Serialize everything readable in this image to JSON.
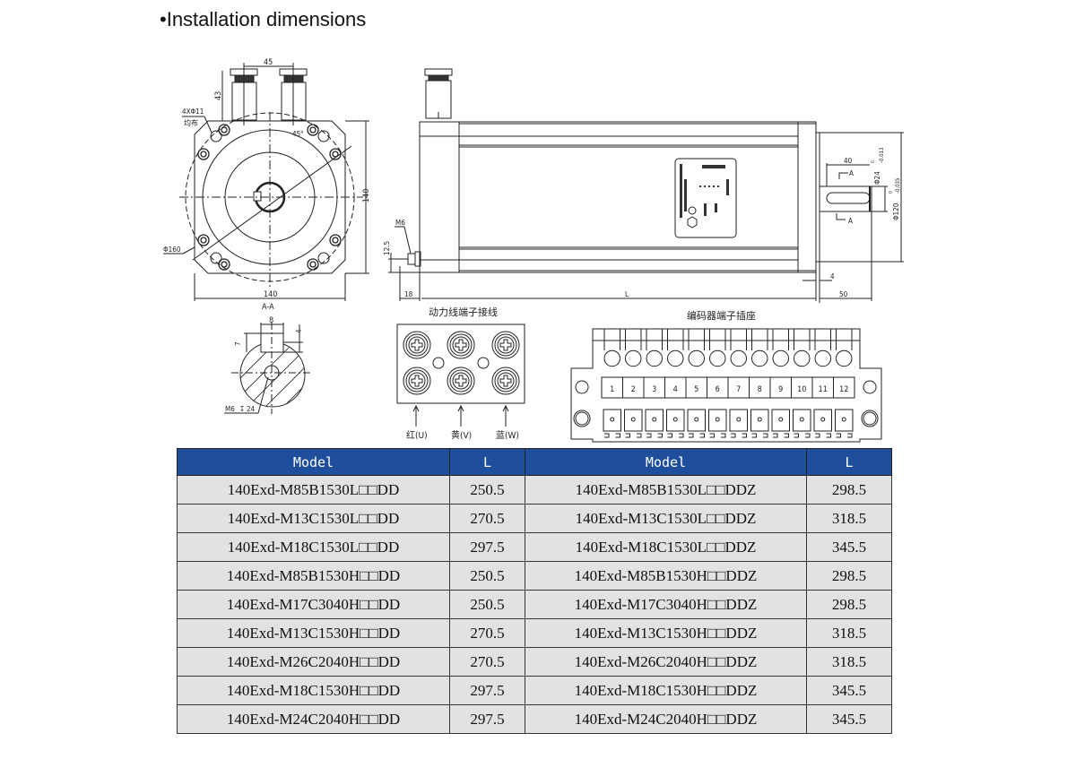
{
  "page": {
    "title": "•Installation dimensions"
  },
  "front_view": {
    "dim_connector_spacing": "45",
    "dim_connector_height": "43",
    "dim_holes": "4XΦ11",
    "dim_holes_note": "均布",
    "dim_angle": "45°",
    "dim_flange_height": "140",
    "dim_circle_diameter": "Φ160",
    "dim_flange_width": "140",
    "section_label": "A-A"
  },
  "side_view": {
    "dim_m6": "M6",
    "dim_12_5": "12.5",
    "dim_18": "18",
    "dim_L": "L",
    "dim_4": "4",
    "dim_50": "50",
    "dim_40": "40",
    "section_mark_top": "A",
    "section_mark_bottom": "A",
    "dim_shaft_diameter": "Φ24",
    "dim_shaft_tol_upper": "0",
    "dim_shaft_tol_lower": "-0.013",
    "dim_spigot_diameter": "Φ120",
    "dim_spigot_tol_upper": "0",
    "dim_spigot_tol_lower": "-0.035"
  },
  "section_view": {
    "dim_key_width": "8",
    "dim_key_depth": "4",
    "dim_key_height": "7",
    "dim_thread": "M6",
    "dim_thread_depth": "24"
  },
  "power_terminal": {
    "title": "动力线端子接线",
    "labels": [
      "红(U)",
      "黄(V)",
      "蓝(W)"
    ]
  },
  "encoder_terminal": {
    "title": "编码器端子插座",
    "pins": [
      "1",
      "2",
      "3",
      "4",
      "5",
      "6",
      "7",
      "8",
      "9",
      "10",
      "11",
      "12"
    ]
  },
  "table": {
    "headers": [
      "Model",
      "L",
      "Model",
      "L"
    ],
    "header_bg": "#1f4e9c",
    "rows": [
      {
        "model_a": "140Exd-M85B1530L□□DD",
        "l_a": "250.5",
        "model_b": "140Exd-M85B1530L□□DDZ",
        "l_b": "298.5"
      },
      {
        "model_a": "140Exd-M13C1530L□□DD",
        "l_a": "270.5",
        "model_b": "140Exd-M13C1530L□□DDZ",
        "l_b": "318.5"
      },
      {
        "model_a": "140Exd-M18C1530L□□DD",
        "l_a": "297.5",
        "model_b": "140Exd-M18C1530L□□DDZ",
        "l_b": "345.5"
      },
      {
        "model_a": "140Exd-M85B1530H□□DD",
        "l_a": "250.5",
        "model_b": "140Exd-M85B1530H□□DDZ",
        "l_b": "298.5"
      },
      {
        "model_a": "140Exd-M17C3040H□□DD",
        "l_a": "250.5",
        "model_b": "140Exd-M17C3040H□□DDZ",
        "l_b": "298.5"
      },
      {
        "model_a": "140Exd-M13C1530H□□DD",
        "l_a": "270.5",
        "model_b": "140Exd-M13C1530H□□DDZ",
        "l_b": "318.5"
      },
      {
        "model_a": "140Exd-M26C2040H□□DD",
        "l_a": "270.5",
        "model_b": "140Exd-M26C2040H□□DDZ",
        "l_b": "318.5"
      },
      {
        "model_a": "140Exd-M18C1530H□□DD",
        "l_a": "297.5",
        "model_b": "140Exd-M18C1530H□□DDZ",
        "l_b": "345.5"
      },
      {
        "model_a": "140Exd-M24C2040H□□DD",
        "l_a": "297.5",
        "model_b": "140Exd-M24C2040H□□DDZ",
        "l_b": "345.5"
      }
    ]
  }
}
